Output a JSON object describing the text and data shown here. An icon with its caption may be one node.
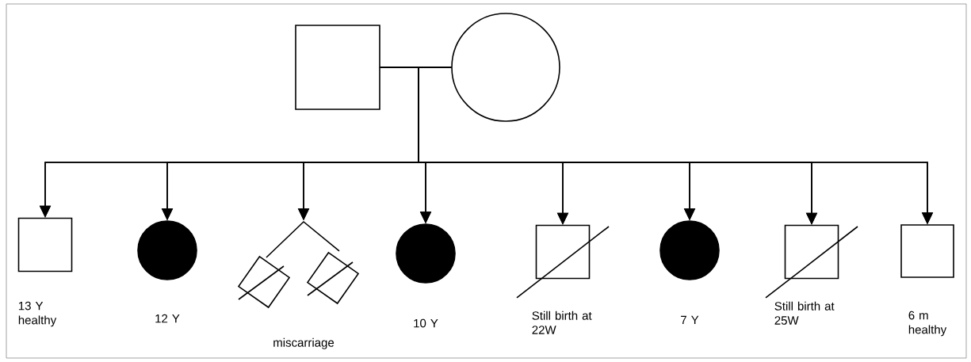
{
  "diagram": {
    "nodes": [
      {
        "text": [],
        "shape": "box"
      },
      {
        "text": [],
        "shape": "circle"
      },
      {
        "text": [
          "13 Y healthy"
        ]
      },
      {
        "text": [
          "12 Y"
        ]
      },
      {
        "text": [
          "miscarriage"
        ]
      },
      {
        "text": [
          "10 Y"
        ]
      },
      {
        "text": [
          "Still birth at 22W"
        ]
      },
      {
        "text": [
          "7 Y"
        ]
      },
      {
        "text": [
          "Still birth at 25W"
        ]
      },
      {
        "text": [
          "6 m healthy"
        ]
      }
    ],
    "edges": [
      {
        "from": 0,
        "to": 1,
        "arrow": "none"
      },
      {
        "from": 0,
        "to": 2,
        "arrow": "to"
      },
      {
        "from": 1,
        "to": 2,
        "arrow": "to"
      },
      {
        "from": 0,
        "to": 3,
        "arrow": "to"
      },
      {
        "from": 1,
        "to": 3,
        "arrow": "to"
      },
      {
        "from": 0,
        "to": 4,
        "arrow": "to"
      },
      {
        "from": 1,
        "to": 4,
        "arrow": "to"
      },
      {
        "from": 0,
        "to": 5,
        "arrow": "to"
      },
      {
        "from": 1,
        "to": 5,
        "arrow": "to"
      },
      {
        "from": 0,
        "to": 6,
        "arrow": "to"
      },
      {
        "from": 1,
        "to": 6,
        "arrow": "to"
      },
      {
        "from": 0,
        "to": 7,
        "arrow": "to"
      },
      {
        "from": 1,
        "to": 7,
        "arrow": "to"
      },
      {
        "from": 0,
        "to": 8,
        "arrow": "to"
      },
      {
        "from": 1,
        "to": 8,
        "arrow": "to"
      },
      {
        "from": 0,
        "to": 9,
        "arrow": "to"
      },
      {
        "from": 1,
        "to": 9,
        "arrow": "to"
      }
    ]
  }
}
